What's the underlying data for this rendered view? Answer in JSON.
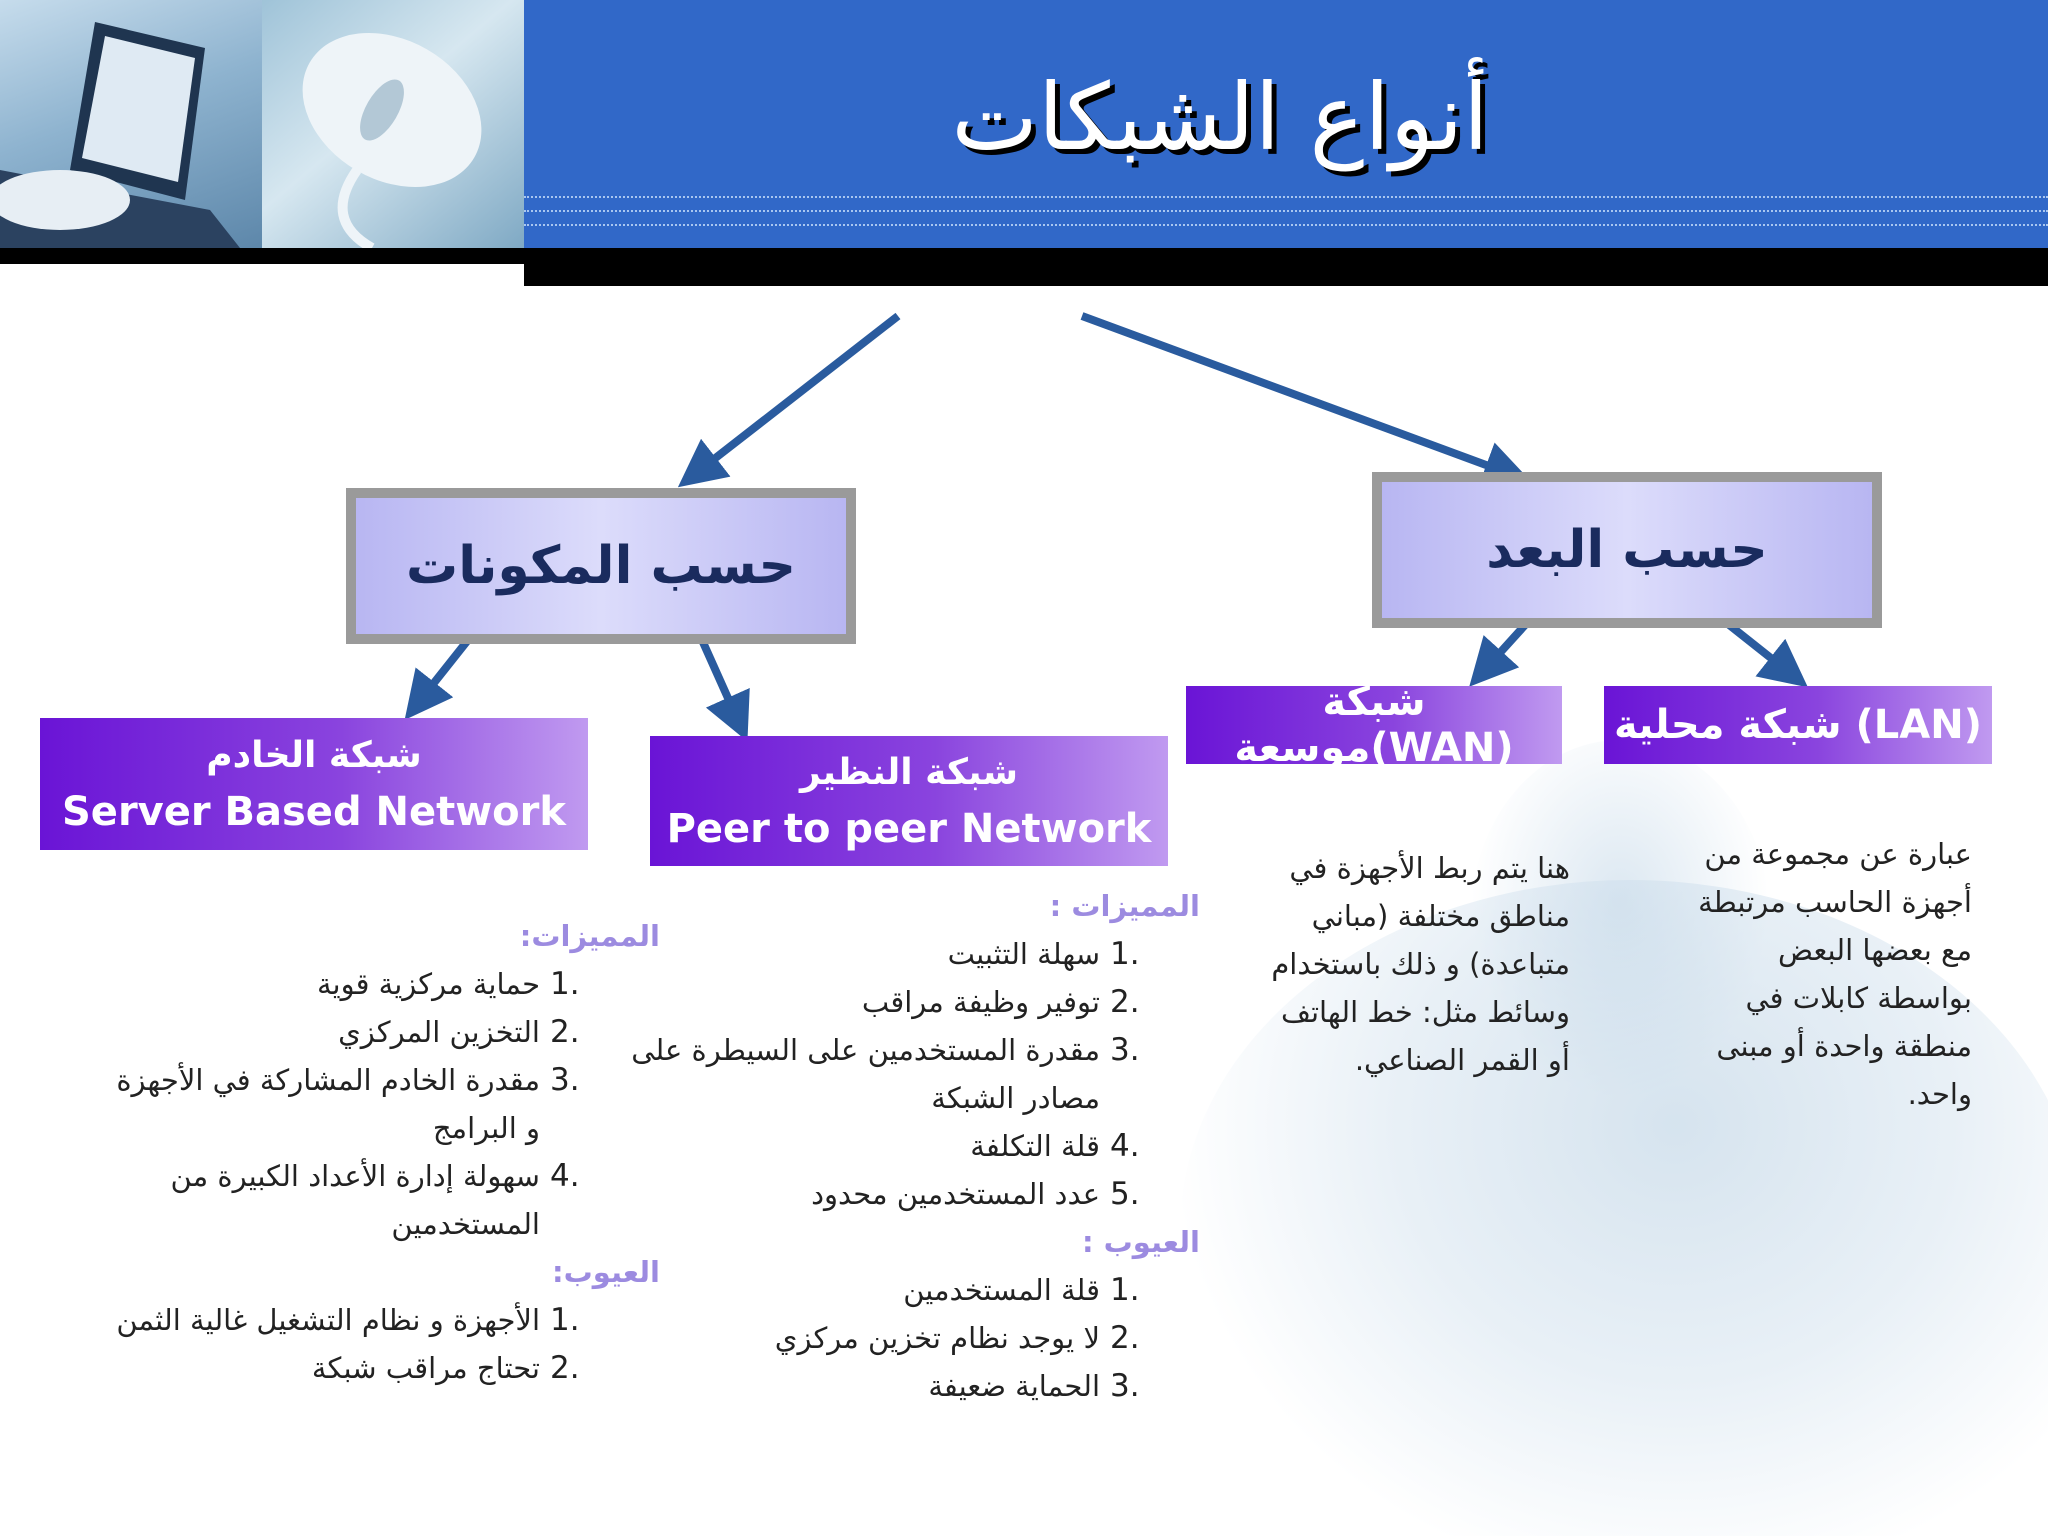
{
  "title": "أنواع الشبكات",
  "colors": {
    "header_blue": "#3168c8",
    "arrow": "#2a5b9e",
    "type_box": "#6a14d6",
    "heading": "#9c8be0"
  },
  "categories": {
    "distance": "حسب البعد",
    "components": "حسب المكونات"
  },
  "types": {
    "lan": "شبكة محلية (LAN)",
    "wan": "شبكة موسعة(WAN)",
    "server_ar": "شبكة الخادم",
    "server_en": "Server Based Network",
    "peer_ar": "شبكة النظير",
    "peer_en": "Peer to peer Network"
  },
  "lan_description": "عبارة عن مجموعة من أجهزة الحاسب مرتبطة مع بعضها البعض بواسطة كابلات في منطقة واحدة أو مبنى واحد.",
  "wan_description": "هنا يتم ربط الأجهزة في مناطق مختلفة (مباني متباعدة) و ذلك باستخدام وسائط مثل: خط الهاتف أو القمر الصناعي.",
  "peer": {
    "advantages_heading": "المميزات :",
    "advantages": [
      {
        "num": "1.",
        "text": "سهلة التثبيت"
      },
      {
        "num": "2.",
        "text": "توفير وظيفة مراقب"
      },
      {
        "num": "3.",
        "text": "مقدرة المستخدمين على السيطرة على مصادر الشبكة"
      },
      {
        "num": "4.",
        "text": "قلة التكلفة"
      },
      {
        "num": "5.",
        "text": "عدد المستخدمين محدود"
      }
    ],
    "disadvantages_heading": "العيوب :",
    "disadvantages": [
      {
        "num": "1.",
        "text": "قلة المستخدمين"
      },
      {
        "num": "2.",
        "text": "لا يوجد نظام تخزين مركزي"
      },
      {
        "num": "3.",
        "text": "الحماية ضعيفة"
      }
    ]
  },
  "server": {
    "advantages_heading": "المميزات:",
    "advantages": [
      {
        "num": "1.",
        "text": "حماية مركزية قوية"
      },
      {
        "num": "2.",
        "text": "التخزين المركزي"
      },
      {
        "num": "3.",
        "text": "مقدرة الخادم المشاركة في الأجهزة و البرامج"
      },
      {
        "num": "4.",
        "text": "سهولة إدارة الأعداد الكبيرة من المستخدمين"
      }
    ],
    "disadvantages_heading": "العيوب:",
    "disadvantages": [
      {
        "num": "1.",
        "text": "الأجهزة و نظام التشغيل غالية الثمن"
      },
      {
        "num": "2.",
        "text": "تحتاج مراقب شبكة"
      }
    ]
  }
}
